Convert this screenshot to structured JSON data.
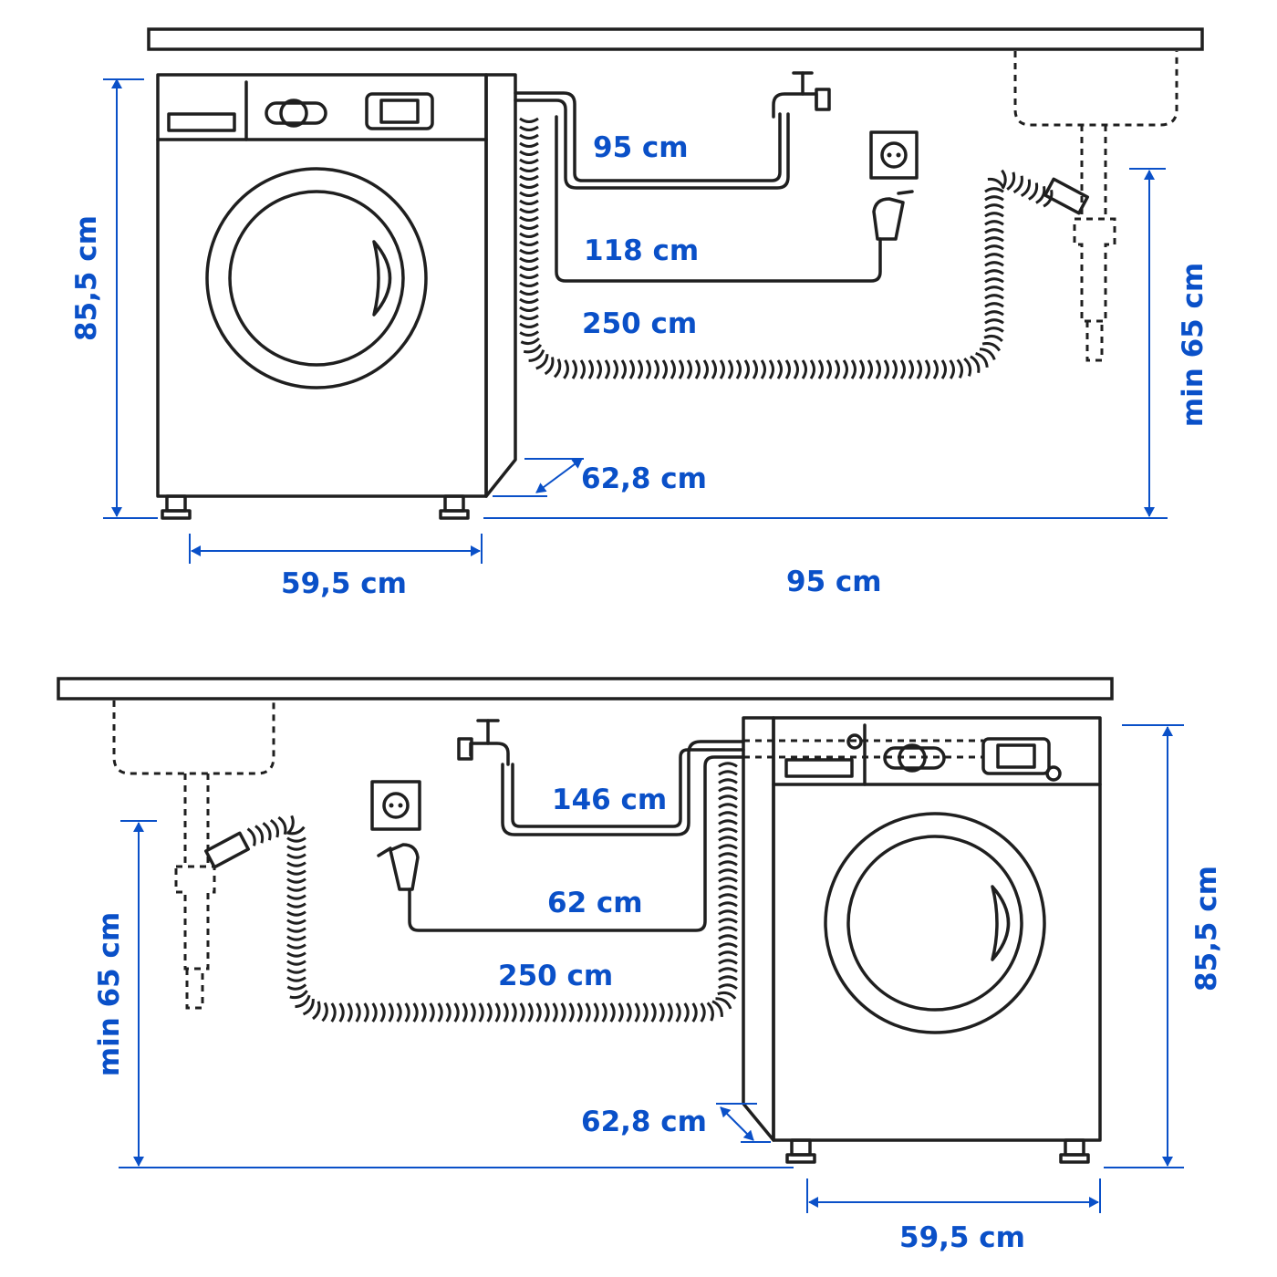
{
  "colors": {
    "line": "#1f1f1f",
    "dimension": "#0a50c8",
    "background": "#ffffff"
  },
  "top_layout": {
    "height": "85,5 cm",
    "width": "59,5 cm",
    "depth": "62,8 cm",
    "spacing": "95 cm",
    "drain_height": "min 65 cm",
    "inlet_hose": "95 cm",
    "power_cord": "118 cm",
    "drain_hose": "250 cm"
  },
  "bottom_layout": {
    "height": "85,5 cm",
    "width": "59,5 cm",
    "depth": "62,8 cm",
    "drain_height": "min 65 cm",
    "inlet_hose": "146 cm",
    "power_cord": "62 cm",
    "drain_hose": "250 cm"
  },
  "icons": [
    "washing-machine-icon",
    "water-tap-icon",
    "wall-socket-icon",
    "plug-icon",
    "sink-icon",
    "drain-hose-icon"
  ]
}
